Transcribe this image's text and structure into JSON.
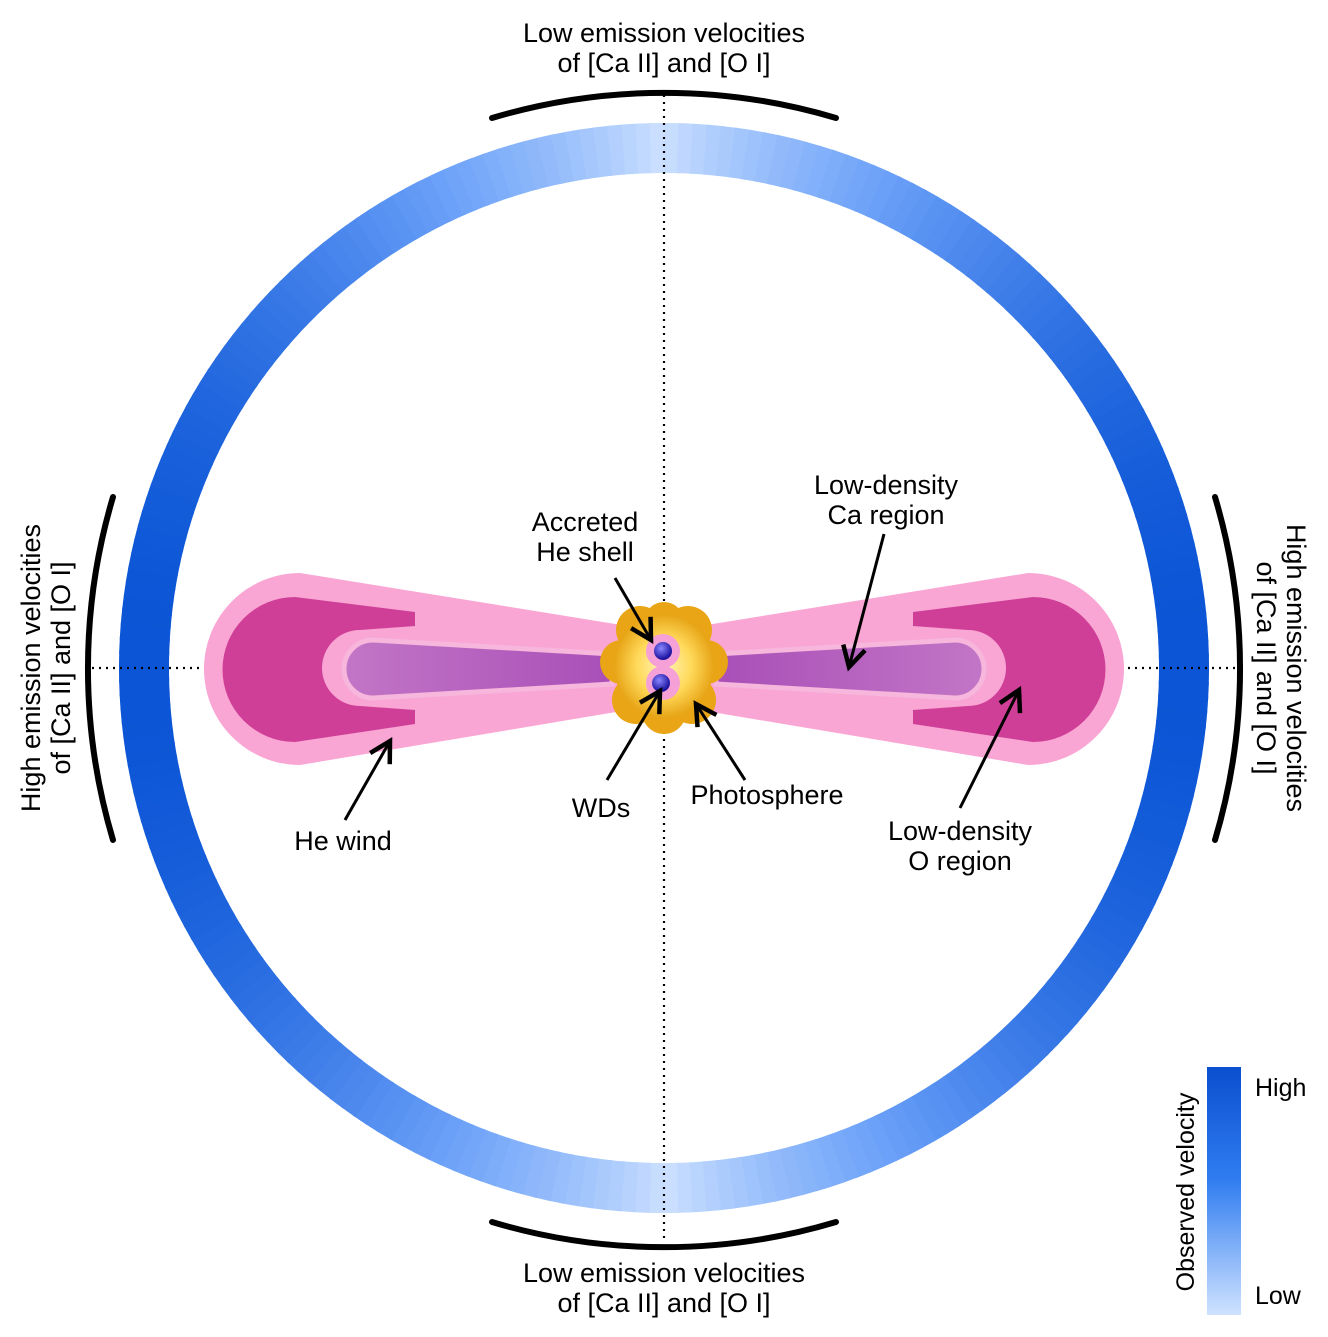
{
  "labels": {
    "top_line1": "Low emission velocities",
    "top_line2": "of [Ca II] and [O I]",
    "bottom_line1": "Low emission velocities",
    "bottom_line2": "of [Ca II] and [O I]",
    "left_line1": "High emission velocities",
    "left_line2": "of [Ca II] and [O I]",
    "right_line1": "High emission velocities",
    "right_line2": "of [Ca II] and [O I]",
    "accreted_line1": "Accreted",
    "accreted_line2": "He shell",
    "ca_region_line1": "Low-density",
    "ca_region_line2": "Ca region",
    "o_region_line1": "Low-density",
    "o_region_line2": "O region",
    "he_wind": "He wind",
    "wds": "WDs",
    "photosphere": "Photosphere"
  },
  "colorbar": {
    "title": "Observed velocity",
    "high_label": "High",
    "low_label": "Low"
  },
  "colors": {
    "high_velocity": "#0b55d6",
    "mid_velocity": "#6aa0f8",
    "low_velocity": "#cfe2ff",
    "wind_pink": "#f9a6d4",
    "o_region_magenta": "#d03f97",
    "ca_region_purple": "#b25bbd",
    "photosphere_gold": "#f2b420",
    "wd_blue": "#2a1fb8"
  }
}
